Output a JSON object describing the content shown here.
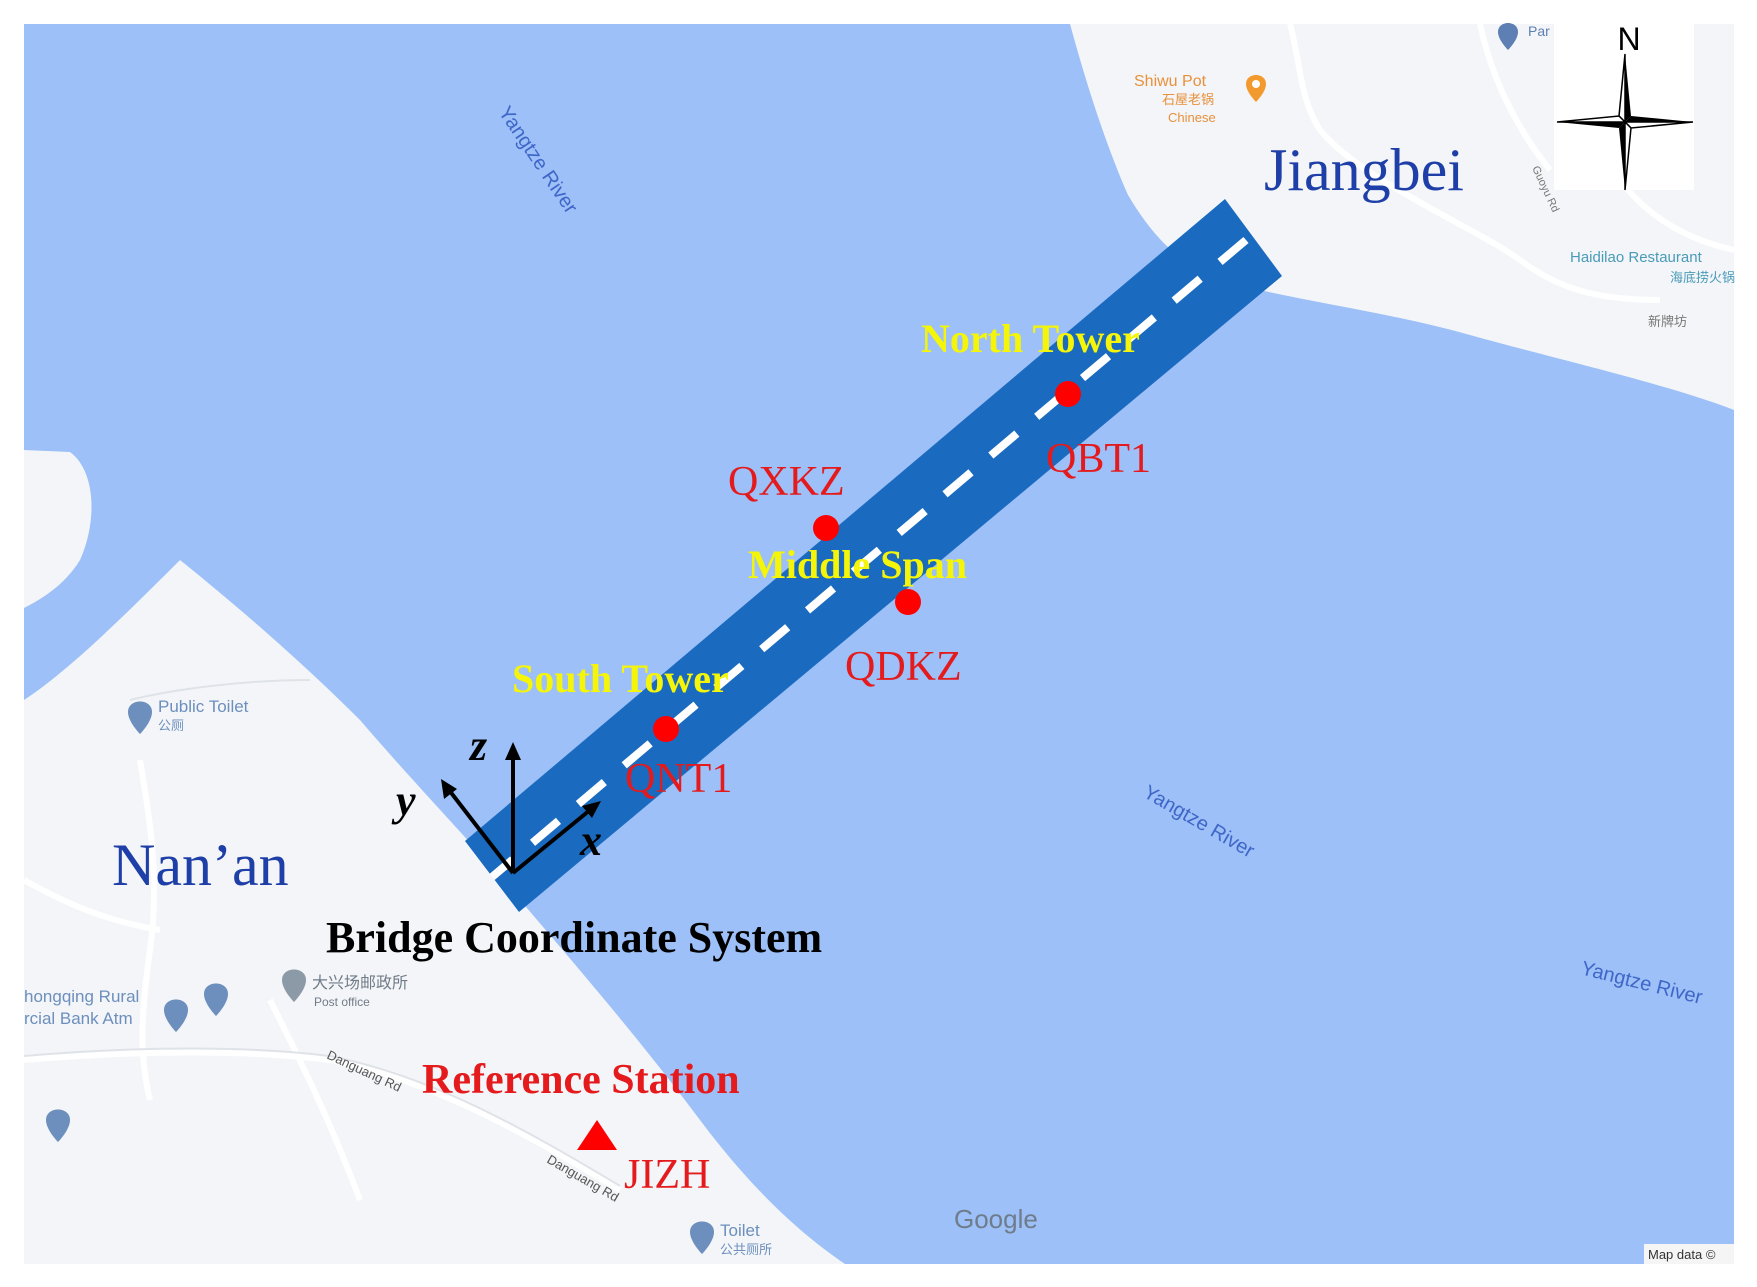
{
  "map": {
    "regions": {
      "north_bank": "Jiangbei",
      "south_bank": "Nan’an"
    },
    "compass_label": "N",
    "bridge_labels": {
      "north_tower": "North Tower",
      "middle_span": "Middle Span",
      "south_tower": "South Tower"
    },
    "stations": [
      {
        "id": "QBT1",
        "kind": "monitoring-point"
      },
      {
        "id": "QXKZ",
        "kind": "monitoring-point"
      },
      {
        "id": "QDKZ",
        "kind": "monitoring-point"
      },
      {
        "id": "QNT1",
        "kind": "monitoring-point"
      }
    ],
    "reference": {
      "title": "Reference Station",
      "id": "JIZH"
    },
    "coordinate_system": {
      "title": "Bridge Coordinate System",
      "axes": {
        "x": "x",
        "y": "y",
        "z": "z"
      }
    },
    "basemap": {
      "river_labels": [
        "Yangtze River",
        "Yangtze River",
        "Yangtze River"
      ],
      "pois": {
        "shiwu_pot": "Shiwu Pot",
        "shiwu_pot_cn": "石屋老锅",
        "shiwu_pot_type": "Chinese",
        "haidilao": "Haidilao Restaurant",
        "haidilao_cn": "海底捞火锅",
        "public_toilet": "Public Toilet",
        "public_toilet_cn": "公厕",
        "post_office_cn": "大兴场邮政所",
        "post_office": "Post office",
        "bank_line1": "hongqing Rural",
        "bank_line2": "rcial Bank Atm",
        "toilet": "Toilet",
        "toilet_cn": "公共厕所",
        "park": "Par",
        "road_right": "Guoyu Rd",
        "road_small": "新牌坊",
        "road_danguang_1": "Danguang Rd",
        "road_danguang_2": "Danguang Rd"
      },
      "google_logo": "Google",
      "attribution": "Map data ©"
    },
    "colors": {
      "water": "#9cc0f7",
      "land": "#f3f5f8",
      "bridge": "#1a6bc0",
      "station_dot": "#ff0000",
      "label_red": "#e41a1c",
      "label_yellow": "#f5f50a",
      "region_blue": "#1f3fa8",
      "poi_teal": "#4a9bb8"
    }
  }
}
